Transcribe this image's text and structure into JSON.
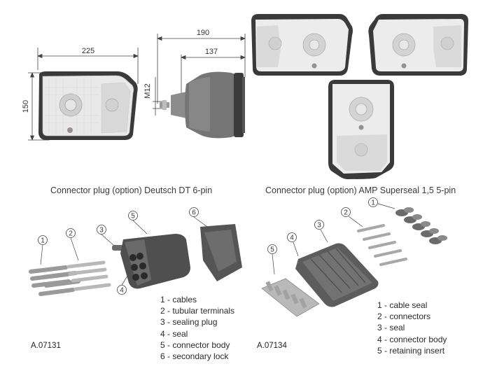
{
  "dimensions": {
    "width": "225",
    "height": "150",
    "total_depth": "190",
    "body_depth": "137",
    "thread": "M12"
  },
  "left_connector": {
    "caption": "Connector plug (option) Deutsch DT 6-pin",
    "code": "A.07131",
    "callouts": [
      "1",
      "2",
      "3",
      "4",
      "5",
      "6"
    ],
    "legend": [
      "1 - cables",
      "2 - tubular terminals",
      "3 - sealing plug",
      "4 - seal",
      "5 - connector body",
      "6 - secondary lock"
    ]
  },
  "right_connector": {
    "caption": "Connector plug (option) AMP Superseal 1,5 5-pin",
    "code": "A.07134",
    "callouts": [
      "1",
      "2",
      "3",
      "4",
      "5"
    ],
    "legend": [
      "1 - cable seal",
      "2 - connectors",
      "3 - seal",
      "4 - connector body",
      "5 - retaining insert"
    ]
  }
}
